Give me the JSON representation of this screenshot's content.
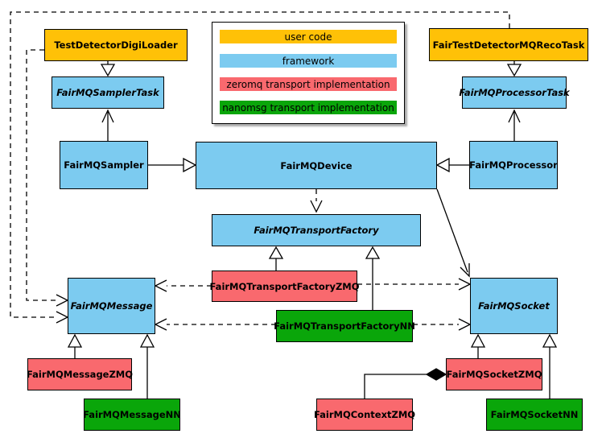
{
  "colors": {
    "user_code": "#FFC107",
    "framework": "#7CCBF0",
    "zeromq": "#F9696E",
    "nanomsg": "#0AA60A",
    "line": "#000000",
    "background": "#FFFFFF"
  },
  "legend": {
    "items": [
      {
        "label": "user code",
        "color_key": "user_code"
      },
      {
        "label": "framework",
        "color_key": "framework"
      },
      {
        "label": "zeromq transport implementation",
        "color_key": "zeromq"
      },
      {
        "label": "nanomsg transport implementation",
        "color_key": "nanomsg"
      }
    ]
  },
  "nodes": {
    "test_detector_digi_loader": {
      "label": "TestDetectorDigiLoader",
      "category": "user code",
      "abstract": false
    },
    "fair_test_detector_mq_reco_task": {
      "label": "FairTestDetectorMQRecoTask",
      "category": "user code",
      "abstract": false
    },
    "fairmq_sampler_task": {
      "label": "FairMQSamplerTask",
      "category": "framework",
      "abstract": true
    },
    "fairmq_processor_task": {
      "label": "FairMQProcessorTask",
      "category": "framework",
      "abstract": true
    },
    "fairmq_sampler": {
      "label": "FairMQSampler",
      "category": "framework",
      "abstract": false
    },
    "fairmq_processor": {
      "label": "FairMQProcessor",
      "category": "framework",
      "abstract": false
    },
    "fairmq_device": {
      "label": "FairMQDevice",
      "category": "framework",
      "abstract": false
    },
    "fairmq_transport_factory": {
      "label": "FairMQTransportFactory",
      "category": "framework",
      "abstract": true
    },
    "fairmq_transport_factory_zmq": {
      "label": "FairMQTransportFactoryZMQ",
      "category": "zeromq",
      "abstract": false
    },
    "fairmq_transport_factory_nn": {
      "label": "FairMQTransportFactoryNN",
      "category": "nanomsg",
      "abstract": false
    },
    "fairmq_message": {
      "label": "FairMQMessage",
      "category": "framework",
      "abstract": true
    },
    "fairmq_socket": {
      "label": "FairMQSocket",
      "category": "framework",
      "abstract": true
    },
    "fairmq_message_zmq": {
      "label": "FairMQMessageZMQ",
      "category": "zeromq",
      "abstract": false
    },
    "fairmq_message_nn": {
      "label": "FairMQMessageNN",
      "category": "nanomsg",
      "abstract": false
    },
    "fairmq_context_zmq": {
      "label": "FairMQContextZMQ",
      "category": "zeromq",
      "abstract": false
    },
    "fairmq_socket_zmq": {
      "label": "FairMQSocketZMQ",
      "category": "zeromq",
      "abstract": false
    },
    "fairmq_socket_nn": {
      "label": "FairMQSocketNN",
      "category": "nanomsg",
      "abstract": false
    }
  },
  "edges": [
    {
      "from": "test_detector_digi_loader",
      "to": "fairmq_sampler_task",
      "type": "generalization-hollow-triangle"
    },
    {
      "from": "fair_test_detector_mq_reco_task",
      "to": "fairmq_processor_task",
      "type": "generalization-hollow-triangle"
    },
    {
      "from": "fairmq_sampler",
      "to": "fairmq_sampler_task",
      "type": "association-open-arrow"
    },
    {
      "from": "fairmq_processor",
      "to": "fairmq_processor_task",
      "type": "association-open-arrow"
    },
    {
      "from": "fairmq_sampler",
      "to": "fairmq_device",
      "type": "generalization-hollow-triangle"
    },
    {
      "from": "fairmq_processor",
      "to": "fairmq_device",
      "type": "generalization-hollow-triangle"
    },
    {
      "from": "fairmq_device",
      "to": "fairmq_transport_factory",
      "type": "dependency-dashed-open-arrow"
    },
    {
      "from": "fairmq_device",
      "to": "fairmq_socket",
      "type": "association-open-arrow"
    },
    {
      "from": "fairmq_transport_factory_zmq",
      "to": "fairmq_transport_factory",
      "type": "generalization-hollow-triangle"
    },
    {
      "from": "fairmq_transport_factory_nn",
      "to": "fairmq_transport_factory",
      "type": "generalization-hollow-triangle"
    },
    {
      "from": "test_detector_digi_loader",
      "to": "fairmq_message",
      "type": "dependency-dashed-open-arrow"
    },
    {
      "from": "fair_test_detector_mq_reco_task",
      "to": "fairmq_message",
      "type": "dependency-dashed-open-arrow"
    },
    {
      "from": "fairmq_transport_factory_zmq",
      "to": "fairmq_message",
      "type": "dependency-dashed-open-arrow"
    },
    {
      "from": "fairmq_transport_factory_nn",
      "to": "fairmq_message",
      "type": "dependency-dashed-open-arrow"
    },
    {
      "from": "fairmq_transport_factory_zmq",
      "to": "fairmq_socket",
      "type": "dependency-dashed-open-arrow"
    },
    {
      "from": "fairmq_transport_factory_nn",
      "to": "fairmq_socket",
      "type": "dependency-dashed-open-arrow"
    },
    {
      "from": "fairmq_message_zmq",
      "to": "fairmq_message",
      "type": "generalization-hollow-triangle"
    },
    {
      "from": "fairmq_message_nn",
      "to": "fairmq_message",
      "type": "generalization-hollow-triangle"
    },
    {
      "from": "fairmq_socket_zmq",
      "to": "fairmq_socket",
      "type": "generalization-hollow-triangle"
    },
    {
      "from": "fairmq_socket_nn",
      "to": "fairmq_socket",
      "type": "generalization-hollow-triangle"
    },
    {
      "from": "fairmq_context_zmq",
      "to": "fairmq_socket_zmq",
      "type": "composition-filled-diamond"
    }
  ]
}
